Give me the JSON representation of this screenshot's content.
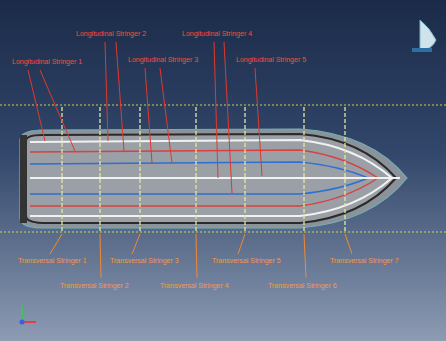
{
  "diagram": {
    "labels": [
      "Longitudinal Stringer 1",
      "Longitudinal Stringer 2",
      "Longitudinal Stringer 3",
      "Longitudinal Stringer 4",
      "Longitudinal Stringer 5",
      "Transversal Stringer 1",
      "Transversal Stringer 2",
      "Transversal Stringer 3",
      "Transversal Stringer 4",
      "Transversal Stringer 5",
      "Transversal Stringer 6",
      "Transversal Stringer 7"
    ]
  }
}
